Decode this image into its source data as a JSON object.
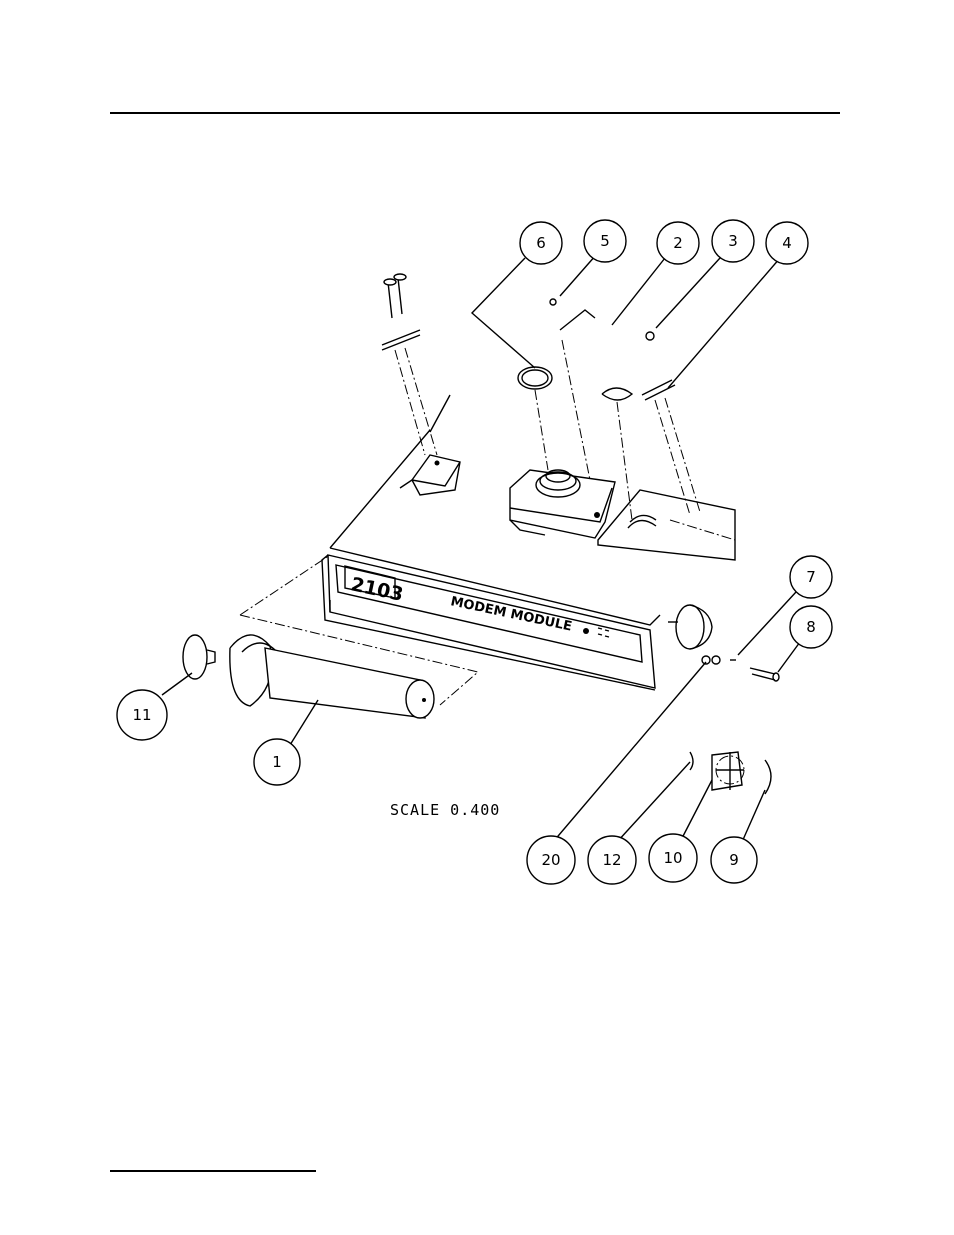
{
  "diagram": {
    "front_label_model": "2103",
    "front_label_name": "MODEM MODULE",
    "scale_note": "SCALE  0.400",
    "callouts": [
      "6",
      "5",
      "2",
      "3",
      "4",
      "7",
      "8",
      "11",
      "1",
      "20",
      "12",
      "10",
      "9"
    ]
  }
}
